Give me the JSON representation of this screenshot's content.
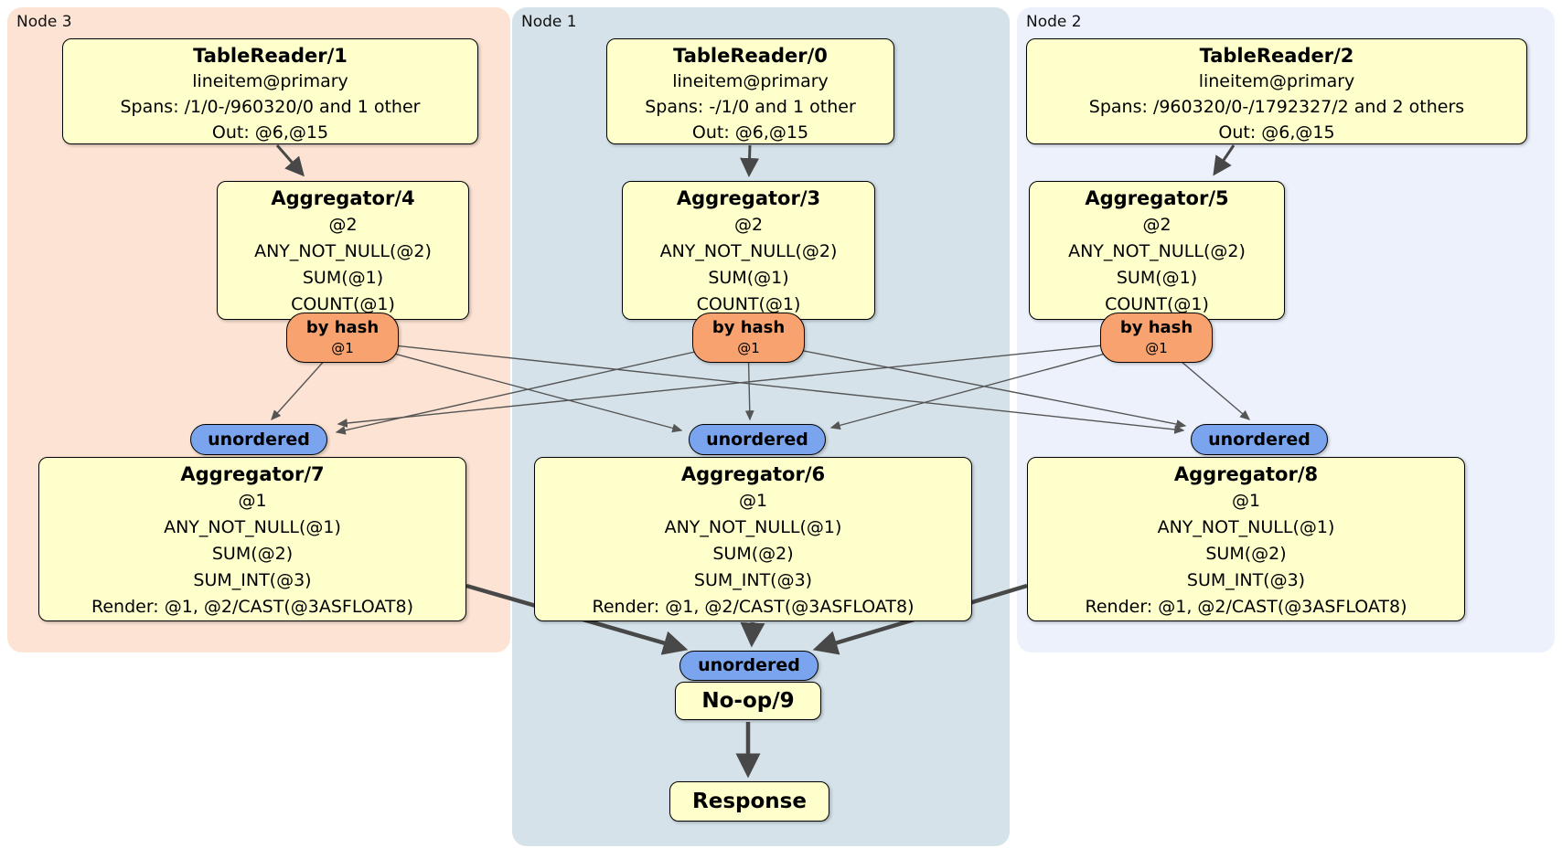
{
  "regions": {
    "node3": {
      "label": "Node 3"
    },
    "node1": {
      "label": "Node 1"
    },
    "node2": {
      "label": "Node 2"
    }
  },
  "boxes": {
    "tr1": {
      "title": "TableReader/1",
      "lines": [
        "lineitem@primary",
        "Spans: /1/0-/960320/0 and 1 other",
        "Out: @6,@15"
      ]
    },
    "tr0": {
      "title": "TableReader/0",
      "lines": [
        "lineitem@primary",
        "Spans: -/1/0 and 1 other",
        "Out: @6,@15"
      ]
    },
    "tr2": {
      "title": "TableReader/2",
      "lines": [
        "lineitem@primary",
        "Spans: /960320/0-/1792327/2 and 2 others",
        "Out: @6,@15"
      ]
    },
    "agg4": {
      "title": "Aggregator/4",
      "lines": [
        "@2",
        "ANY_NOT_NULL(@2)",
        "SUM(@1)",
        "COUNT(@1)"
      ]
    },
    "agg3": {
      "title": "Aggregator/3",
      "lines": [
        "@2",
        "ANY_NOT_NULL(@2)",
        "SUM(@1)",
        "COUNT(@1)"
      ]
    },
    "agg5": {
      "title": "Aggregator/5",
      "lines": [
        "@2",
        "ANY_NOT_NULL(@2)",
        "SUM(@1)",
        "COUNT(@1)"
      ]
    },
    "agg7": {
      "title": "Aggregator/7",
      "lines": [
        "@1",
        "ANY_NOT_NULL(@1)",
        "SUM(@2)",
        "SUM_INT(@3)",
        "Render: @1, @2/CAST(@3ASFLOAT8)"
      ]
    },
    "agg6": {
      "title": "Aggregator/6",
      "lines": [
        "@1",
        "ANY_NOT_NULL(@1)",
        "SUM(@2)",
        "SUM_INT(@3)",
        "Render: @1, @2/CAST(@3ASFLOAT8)"
      ]
    },
    "agg8": {
      "title": "Aggregator/8",
      "lines": [
        "@1",
        "ANY_NOT_NULL(@1)",
        "SUM(@2)",
        "SUM_INT(@3)",
        "Render: @1, @2/CAST(@3ASFLOAT8)"
      ]
    },
    "noop": {
      "title": "No-op/9"
    },
    "response": {
      "title": "Response"
    }
  },
  "router": {
    "label": "by hash",
    "sub": "@1"
  },
  "sync": {
    "label": "unordered"
  },
  "edges": [
    {
      "from": "TableReader/1",
      "to": "Aggregator/4"
    },
    {
      "from": "TableReader/0",
      "to": "Aggregator/3"
    },
    {
      "from": "TableReader/2",
      "to": "Aggregator/5"
    },
    {
      "from": "Aggregator/4 by hash",
      "to": "unordered -> Aggregator/7"
    },
    {
      "from": "Aggregator/4 by hash",
      "to": "unordered -> Aggregator/6"
    },
    {
      "from": "Aggregator/4 by hash",
      "to": "unordered -> Aggregator/8"
    },
    {
      "from": "Aggregator/3 by hash",
      "to": "unordered -> Aggregator/7"
    },
    {
      "from": "Aggregator/3 by hash",
      "to": "unordered -> Aggregator/6"
    },
    {
      "from": "Aggregator/3 by hash",
      "to": "unordered -> Aggregator/8"
    },
    {
      "from": "Aggregator/5 by hash",
      "to": "unordered -> Aggregator/7"
    },
    {
      "from": "Aggregator/5 by hash",
      "to": "unordered -> Aggregator/6"
    },
    {
      "from": "Aggregator/5 by hash",
      "to": "unordered -> Aggregator/8"
    },
    {
      "from": "Aggregator/7",
      "to": "unordered -> No-op/9"
    },
    {
      "from": "Aggregator/6",
      "to": "unordered -> No-op/9"
    },
    {
      "from": "Aggregator/8",
      "to": "unordered -> No-op/9"
    },
    {
      "from": "No-op/9",
      "to": "Response"
    }
  ],
  "colors": {
    "region_node3": "#fce3d3",
    "region_node1": "#d5e2ea",
    "region_node2": "#ecf1fb",
    "box_fill": "#ffffcc",
    "router_fill": "#f7a26f",
    "sync_fill": "#7aa5ee",
    "edge_thin": "#555555",
    "edge_thick": "#484848"
  }
}
